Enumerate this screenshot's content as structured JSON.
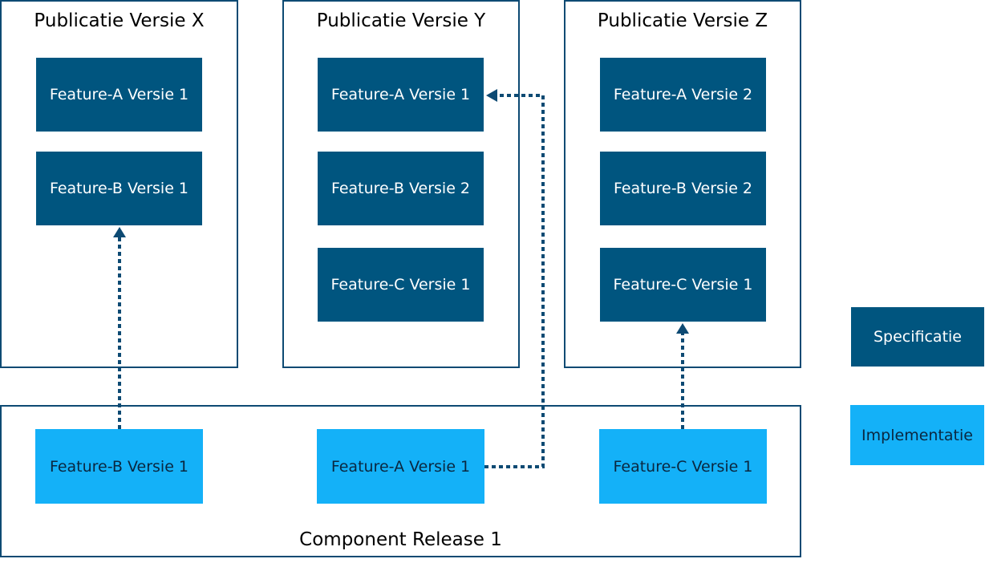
{
  "publications": [
    {
      "title": "Publicatie Versie X",
      "features": [
        "Feature-A Versie 1",
        "Feature-B Versie 1"
      ]
    },
    {
      "title": "Publicatie Versie Y",
      "features": [
        "Feature-A Versie 1",
        "Feature-B Versie 2",
        "Feature-C Versie 1"
      ]
    },
    {
      "title": "Publicatie Versie Z",
      "features": [
        "Feature-A Versie 2",
        "Feature-B Versie 2",
        "Feature-C Versie 1"
      ]
    }
  ],
  "component_release": {
    "title": "Component Release 1",
    "features": [
      "Feature-B Versie 1",
      "Feature-A Versie 1",
      "Feature-C Versie 1"
    ]
  },
  "legend": {
    "specification": "Specificatie",
    "implementation": "Implementatie"
  },
  "colors": {
    "specification": "#00557f",
    "implementation": "#14b1f8",
    "border": "#0d4a73",
    "arrow": "#0d4a73"
  }
}
